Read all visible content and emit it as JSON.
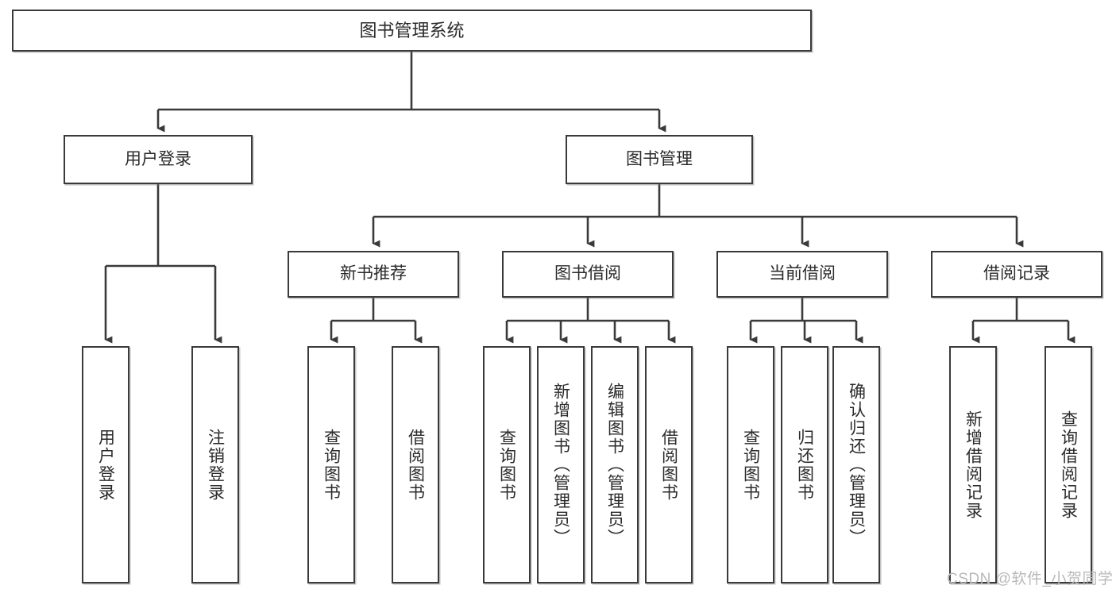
{
  "diagram": {
    "type": "tree",
    "title": "图书管理系统",
    "root": {
      "label": "图书管理系统"
    },
    "level2": [
      {
        "label": "用户登录"
      },
      {
        "label": "图书管理"
      }
    ],
    "level3": [
      {
        "label": "新书推荐"
      },
      {
        "label": "图书借阅"
      },
      {
        "label": "当前借阅"
      },
      {
        "label": "借阅记录"
      }
    ],
    "leaves": {
      "user_login": [
        {
          "label": "用户登录"
        },
        {
          "label": "注销登录"
        }
      ],
      "new_book_recommend": [
        {
          "label": "查询图书"
        },
        {
          "label": "借阅图书"
        }
      ],
      "book_borrow": [
        {
          "label": "查询图书"
        },
        {
          "label": "新增图书（管理员）"
        },
        {
          "label": "编辑图书（管理员）"
        },
        {
          "label": "借阅图书"
        }
      ],
      "current_borrow": [
        {
          "label": "查询图书"
        },
        {
          "label": "归还图书"
        },
        {
          "label": "确认归还（管理员）"
        }
      ],
      "borrow_record": [
        {
          "label": "新增借阅记录"
        },
        {
          "label": "查询借阅记录"
        }
      ]
    },
    "colors": {
      "border": "#3a3a3a",
      "background": "#ffffff",
      "text": "#2b2b2b",
      "watermark": "#b9b9b9"
    }
  },
  "watermark": {
    "text": "CSDN @软件_小贺同学"
  }
}
